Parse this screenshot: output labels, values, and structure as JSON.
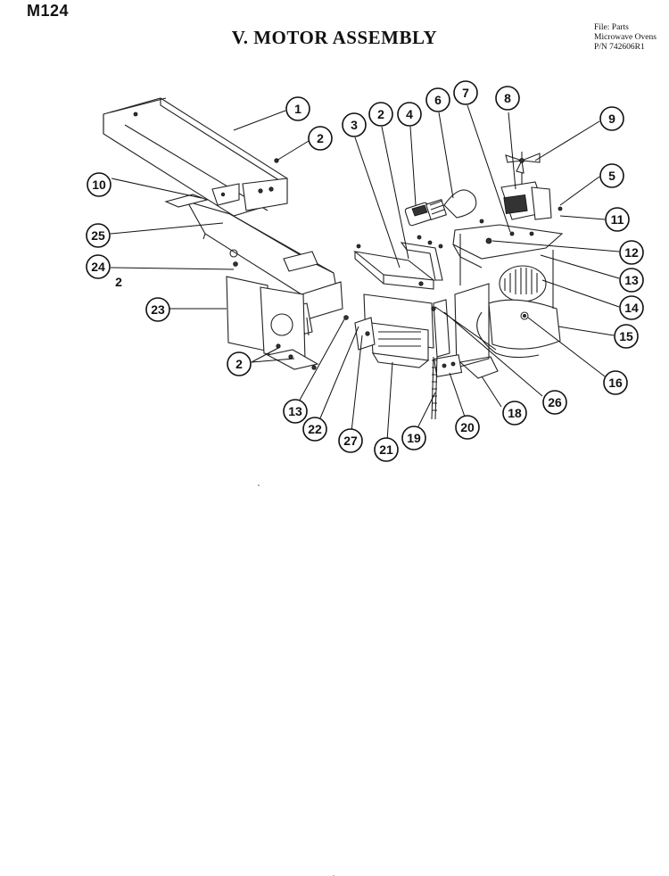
{
  "header": {
    "model": "M124",
    "title": "V.  MOTOR ASSEMBLY",
    "file_info": [
      "File: Parts",
      "Microwave Ovens",
      "P/N 742606R1"
    ]
  },
  "callouts": [
    {
      "id": "c1",
      "label": "1"
    },
    {
      "id": "c2a",
      "label": "2"
    },
    {
      "id": "c3",
      "label": "3"
    },
    {
      "id": "c2b",
      "label": "2"
    },
    {
      "id": "c4",
      "label": "4"
    },
    {
      "id": "c6",
      "label": "6"
    },
    {
      "id": "c7",
      "label": "7"
    },
    {
      "id": "c8",
      "label": "8"
    },
    {
      "id": "c9",
      "label": "9"
    },
    {
      "id": "c5",
      "label": "5"
    },
    {
      "id": "c11",
      "label": "11"
    },
    {
      "id": "c10",
      "label": "10"
    },
    {
      "id": "c25",
      "label": "25"
    },
    {
      "id": "c24",
      "label": "24"
    },
    {
      "id": "c2c",
      "label": "2"
    },
    {
      "id": "c23",
      "label": "23"
    },
    {
      "id": "c2d",
      "label": "2"
    },
    {
      "id": "c12",
      "label": "12"
    },
    {
      "id": "c13a",
      "label": "13"
    },
    {
      "id": "c14",
      "label": "14"
    },
    {
      "id": "c15",
      "label": "15"
    },
    {
      "id": "c16",
      "label": "16"
    },
    {
      "id": "c26",
      "label": "26"
    },
    {
      "id": "c18",
      "label": "18"
    },
    {
      "id": "c20",
      "label": "20"
    },
    {
      "id": "c19",
      "label": "19"
    },
    {
      "id": "c21",
      "label": "21"
    },
    {
      "id": "c27",
      "label": "27"
    },
    {
      "id": "c22",
      "label": "22"
    },
    {
      "id": "c13b",
      "label": "13"
    }
  ]
}
